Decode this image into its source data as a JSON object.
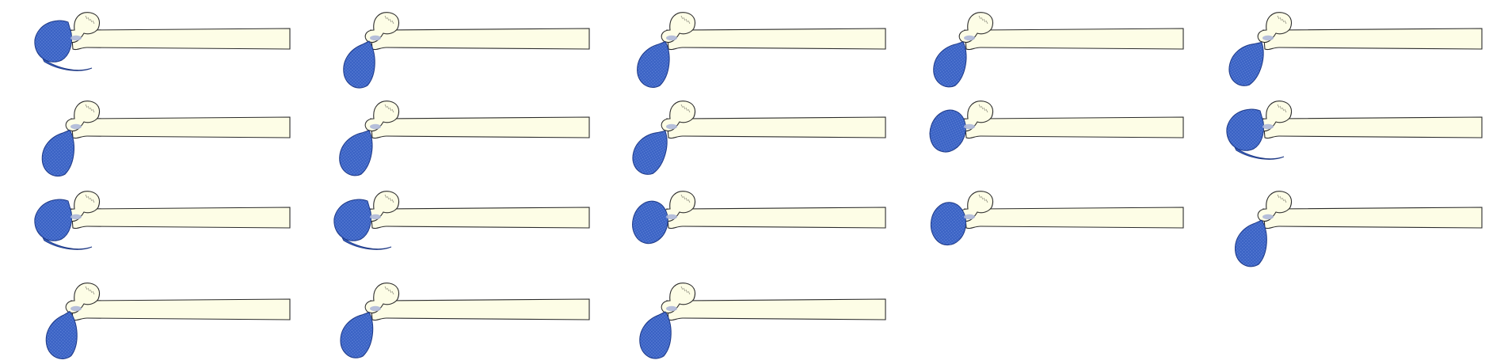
{
  "figure": {
    "panel_count": 18,
    "colors": {
      "background": "#ffffff",
      "bone_fill": "#fdfde6",
      "bone_outline": "#2b2b2b",
      "mass_fill": "#3a62c4",
      "mass_outline": "#1f3a86",
      "mass_texture": "#5f83d8",
      "marker_fill": "#aeb8d8"
    },
    "panels": [
      {
        "index": 1,
        "row": 1,
        "col": 1,
        "variant": "tail",
        "mass_angle": 0
      },
      {
        "index": 2,
        "row": 1,
        "col": 2,
        "variant": "bulb",
        "mass_angle": 0
      },
      {
        "index": 3,
        "row": 1,
        "col": 3,
        "variant": "bulb",
        "mass_angle": 5
      },
      {
        "index": 4,
        "row": 1,
        "col": 4,
        "variant": "bulb",
        "mass_angle": 8
      },
      {
        "index": 5,
        "row": 1,
        "col": 5,
        "variant": "bulb",
        "mass_angle": 14
      },
      {
        "index": 6,
        "row": 2,
        "col": 1,
        "variant": "bulb",
        "mass_angle": 4
      },
      {
        "index": 7,
        "row": 2,
        "col": 2,
        "variant": "bulb",
        "mass_angle": 8
      },
      {
        "index": 8,
        "row": 2,
        "col": 3,
        "variant": "bulb",
        "mass_angle": 14
      },
      {
        "index": 9,
        "row": 2,
        "col": 4,
        "variant": "round",
        "mass_angle": 20
      },
      {
        "index": 10,
        "row": 2,
        "col": 5,
        "variant": "tail",
        "mass_angle": 0
      },
      {
        "index": 11,
        "row": 3,
        "col": 1,
        "variant": "tail",
        "mass_angle": 0
      },
      {
        "index": 12,
        "row": 3,
        "col": 2,
        "variant": "tail",
        "mass_angle": 0
      },
      {
        "index": 13,
        "row": 3,
        "col": 3,
        "variant": "round",
        "mass_angle": 14
      },
      {
        "index": 14,
        "row": 3,
        "col": 4,
        "variant": "round",
        "mass_angle": 6
      },
      {
        "index": 15,
        "row": 3,
        "col": 5,
        "variant": "bulb",
        "mass_angle": 2
      },
      {
        "index": 16,
        "row": 4,
        "col": 1,
        "variant": "bulb",
        "mass_angle": -4
      },
      {
        "index": 17,
        "row": 4,
        "col": 2,
        "variant": "bulb",
        "mass_angle": 6
      },
      {
        "index": 18,
        "row": 4,
        "col": 3,
        "variant": "bulb",
        "mass_angle": 0
      }
    ]
  }
}
